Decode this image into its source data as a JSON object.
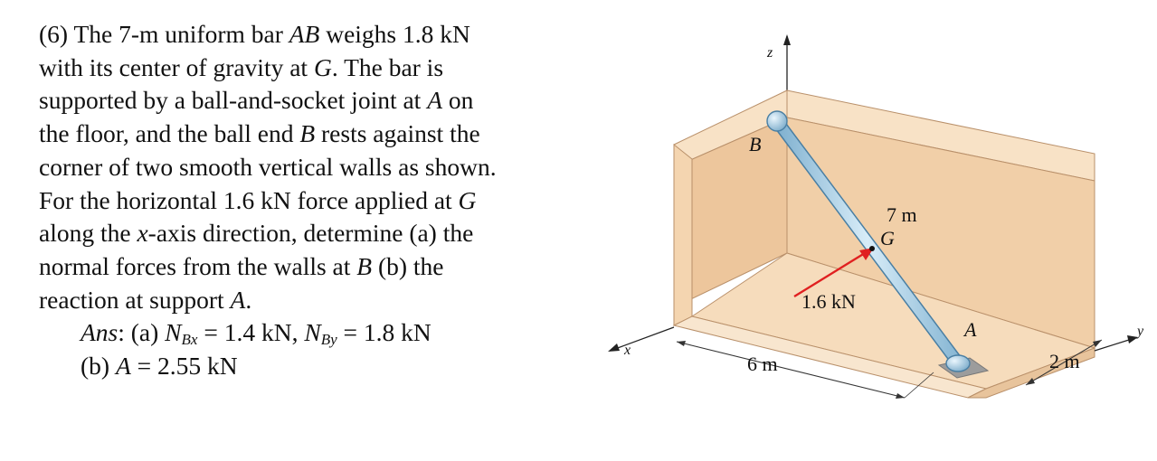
{
  "problem": {
    "num": "(6)",
    "l1a": "The 7-m uniform bar ",
    "l1b": "AB",
    "l1c": " weighs 1.8 kN",
    "l2a": "with its center of gravity at ",
    "l2b": "G",
    "l2c": ". The bar is",
    "l3a": "supported by a ball-and-socket joint at ",
    "l3b": "A",
    "l3c": " on",
    "l4a": "the floor, and the ball end ",
    "l4b": "B",
    "l4c": " rests against the",
    "l5": "corner of two smooth vertical walls as shown.",
    "l6a": "For the horizontal 1.6 kN force applied at ",
    "l6b": "G",
    "l7a": "along the ",
    "l7b": "x",
    "l7c": "-axis direction, determine (a) the",
    "l8a": "normal forces from the walls at ",
    "l8b": "B",
    "l8c": " (b) the",
    "l9a": "reaction at support ",
    "l9b": "A",
    "l9c": "."
  },
  "answer": {
    "ans_label": "Ans",
    "a_prefix": ": (a) ",
    "nbx_N": "N",
    "nbx_sub": "Bx",
    "nbx_val": " = 1.4 kN, ",
    "nby_N": "N",
    "nby_sub": "By",
    "nby_val": " = 1.8 kN",
    "b_prefix": "(b) ",
    "b_var": "A",
    "b_val": " = 2.55 kN"
  },
  "figure": {
    "label_z": "z",
    "label_y": "y",
    "label_x": "x",
    "label_B": "B",
    "label_G": "G",
    "label_A": "A",
    "length_bar": "7 m",
    "force_label": "1.6 kN",
    "dim_6m": "6 m",
    "dim_2m": "2 m",
    "colors": {
      "wall_face": "#f1cfa8",
      "wall_top": "#f8e2c6",
      "floor": "#f6dcbc",
      "bar": "#a9cfe6",
      "force_arrow": "#e02020"
    }
  }
}
